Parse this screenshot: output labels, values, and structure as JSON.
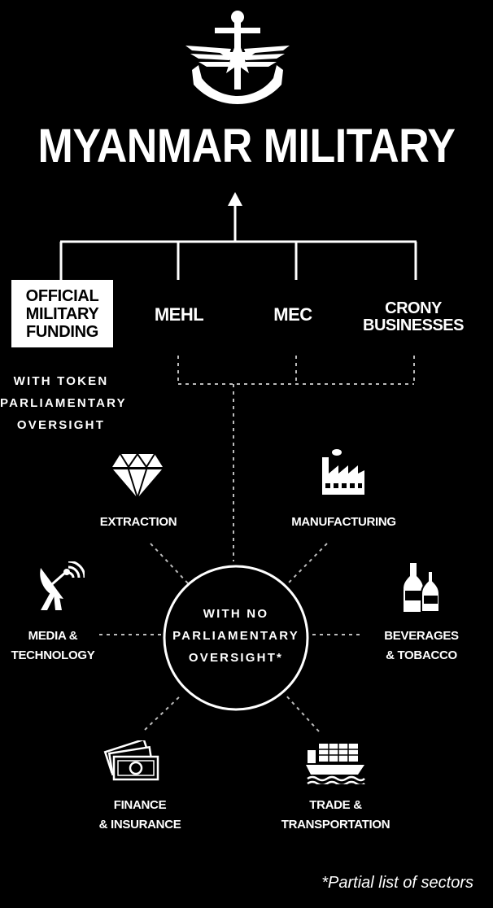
{
  "title": "MYANMAR MILITARY",
  "branches": {
    "official": [
      "OFFICIAL",
      "MILITARY",
      "FUNDING"
    ],
    "mehl": "MEHL",
    "mec": "MEC",
    "crony": [
      "CRONY",
      "BUSINESSES"
    ]
  },
  "token_oversight": [
    "WITH TOKEN",
    "PARLIAMENTARY",
    "OVERSIGHT"
  ],
  "no_oversight": [
    "WITH NO",
    "PARLIAMENTARY",
    "OVERSIGHT*"
  ],
  "sectors": {
    "extraction": {
      "label": "EXTRACTION",
      "icon": "diamond-icon"
    },
    "manufacturing": {
      "label": "MANUFACTURING",
      "icon": "factory-icon"
    },
    "media": {
      "label": [
        "MEDIA &",
        "TECHNOLOGY"
      ],
      "icon": "satellite-dish-icon"
    },
    "beverages": {
      "label": [
        "BEVERAGES",
        "& TOBACCO"
      ],
      "icon": "bottles-icon"
    },
    "finance": {
      "label": [
        "FINANCE",
        "& INSURANCE"
      ],
      "icon": "money-icon"
    },
    "trade": {
      "label": [
        "TRADE &",
        "TRANSPORTATION"
      ],
      "icon": "cargo-ship-icon"
    }
  },
  "footnote": "*Partial list of sectors",
  "colors": {
    "background": "#000000",
    "foreground": "#ffffff"
  }
}
